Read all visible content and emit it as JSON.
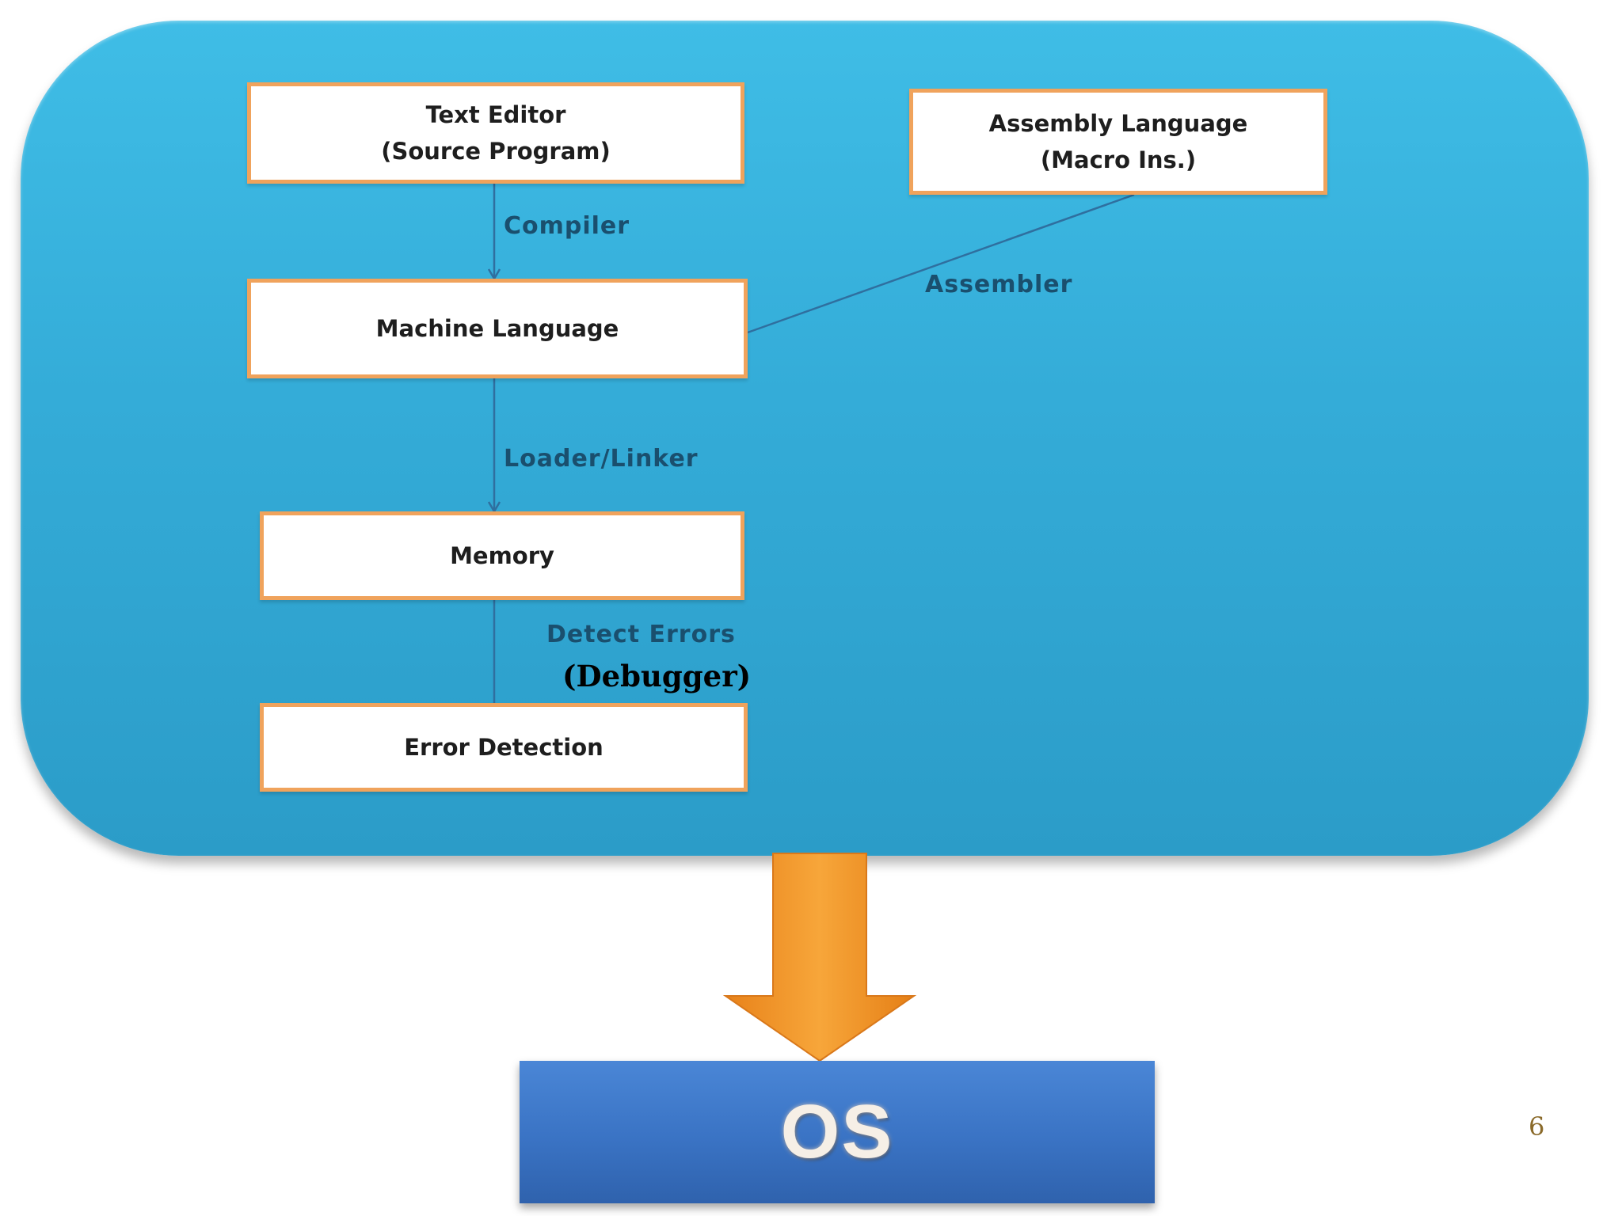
{
  "boxes": {
    "text_editor": {
      "line1": "Text Editor",
      "line2": "(Source Program)"
    },
    "assembly_language": {
      "line1": "Assembly Language",
      "line2": "(Macro Ins.)"
    },
    "machine_language": {
      "line1": "Machine Language"
    },
    "memory": {
      "line1": "Memory"
    },
    "error_detection": {
      "line1": "Error Detection"
    }
  },
  "edges": {
    "compiler": "Compiler",
    "assembler": "Assembler",
    "loader_linker": "Loader/Linker",
    "detect_errors": "Detect Errors",
    "debugger": "(Debugger)"
  },
  "os": {
    "label": "OS"
  },
  "page_number": "6",
  "colors": {
    "panel_blue": "#34acd8",
    "box_border_orange": "#f0a35c",
    "arrow_orange": "#f39a2a",
    "os_blue": "#3a73c4",
    "connector_line": "#2f6f9f"
  }
}
